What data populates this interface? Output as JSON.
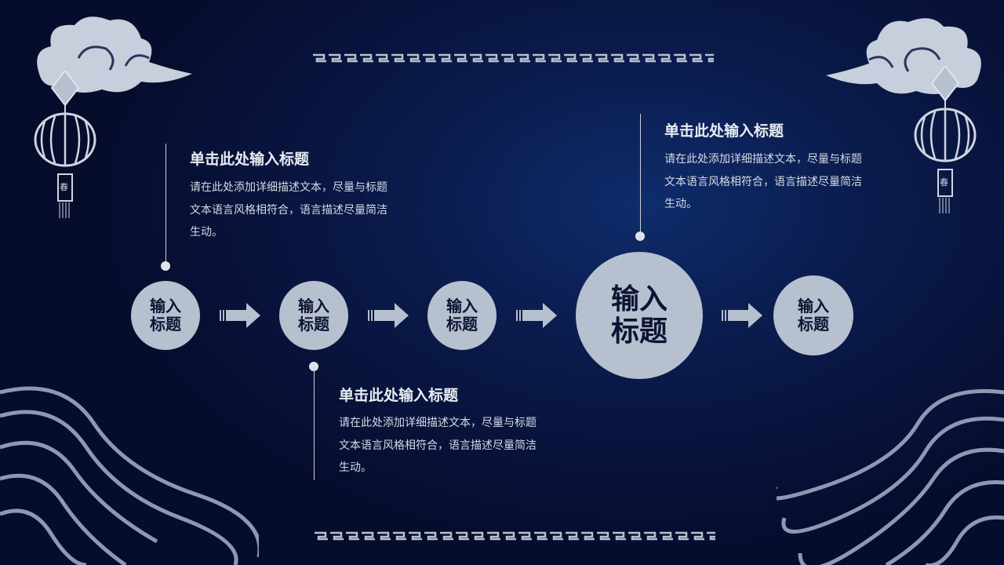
{
  "flow": {
    "steps": [
      {
        "line1": "输入",
        "line2": "标题"
      },
      {
        "line1": "输入",
        "line2": "标题"
      },
      {
        "line1": "输入",
        "line2": "标题"
      },
      {
        "line1": "输入",
        "line2": "标题"
      },
      {
        "line1": "输入",
        "line2": "标题"
      }
    ]
  },
  "callouts": [
    {
      "title": "单击此处输入标题",
      "desc": [
        "请在此处添加详细描述文本，尽量与标题",
        "文本语言风格相符合，语言描述尽量简洁",
        "生动。"
      ]
    },
    {
      "title": "单击此处输入标题",
      "desc": [
        "请在此处添加详细描述文本，尽量与标题",
        "文本语言风格相符合，语言描述尽量简洁",
        "生动。"
      ]
    },
    {
      "title": "单击此处输入标题",
      "desc": [
        "请在此处添加详细描述文本，尽量与标题",
        "文本语言风格相符合，语言描述尽量简洁",
        "生动。"
      ]
    }
  ],
  "decor": {
    "lantern_char": "春"
  },
  "colors": {
    "circle": "#b7c0cf",
    "text_dark": "#0d1433",
    "accent": "#c9d0dc"
  }
}
